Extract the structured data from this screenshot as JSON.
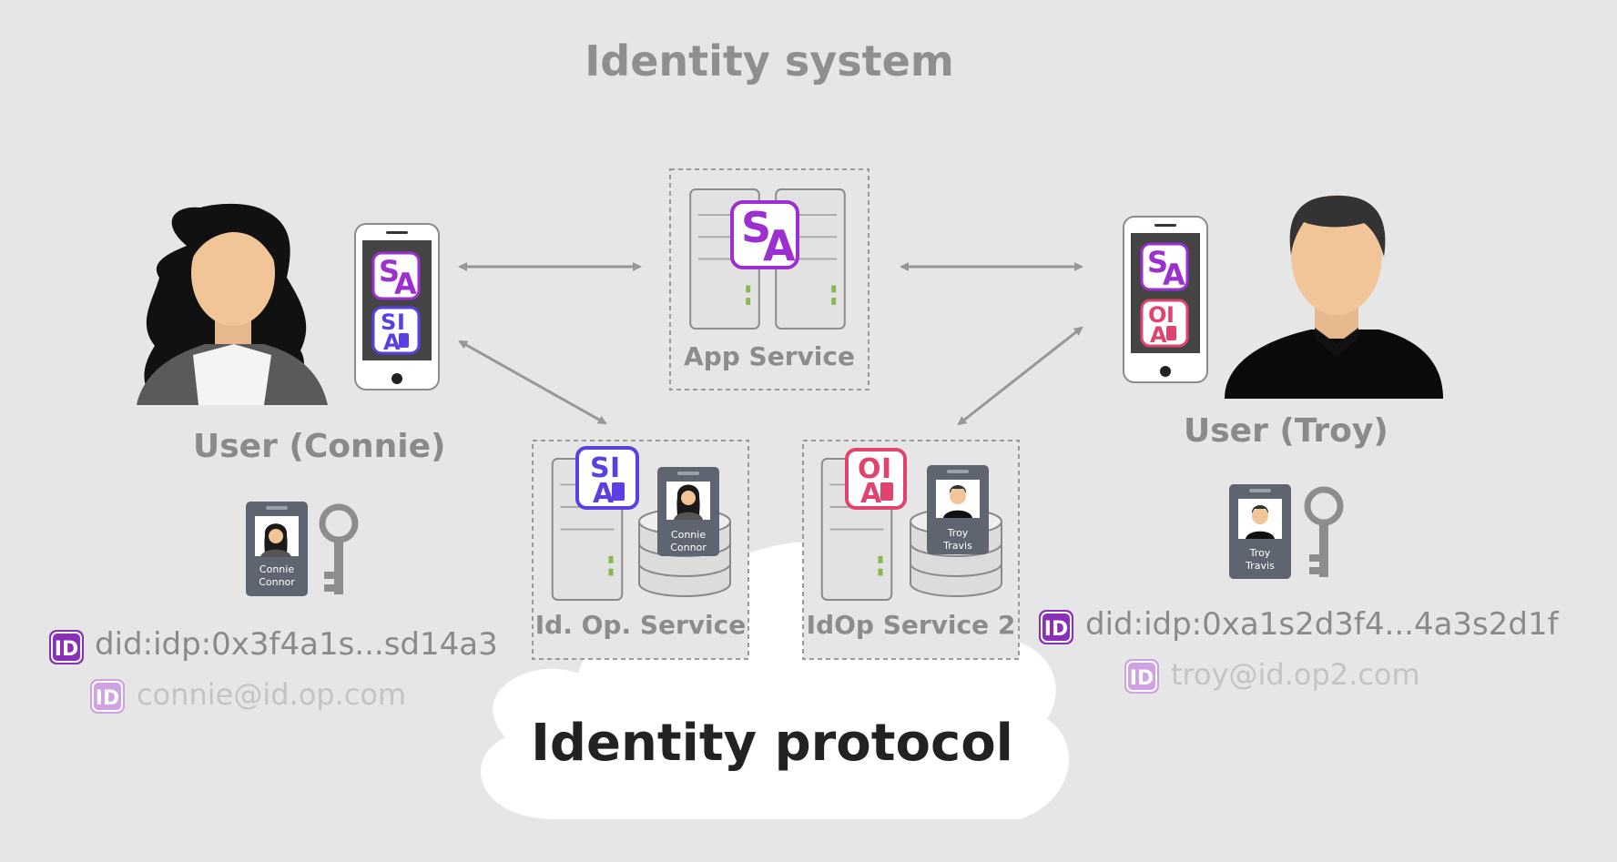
{
  "title": "Identity system",
  "colors": {
    "background": "#e6e6e6",
    "app_badge": "#9b2fd0",
    "idop_badge": "#5b3fe0",
    "idop2_badge": "#e0446e",
    "id_icon": "#8a2fb8",
    "id_icon_faded": "#cfa3e3"
  },
  "connie": {
    "label": "User (Connie)",
    "card_first": "Connie",
    "card_last": "Connor",
    "did": "did:idp:0x3f4a1s...sd14a3",
    "email": "connie@id.op.com"
  },
  "troy": {
    "label": "User (Troy)",
    "card_first": "Troy",
    "card_last": "Travis",
    "did": "did:idp:0xa1s2d3f4...4a3s2d1f",
    "email": "troy@id.op2.com"
  },
  "services": {
    "app": {
      "label": "App Service",
      "badge": [
        "S",
        "A"
      ]
    },
    "idop": {
      "label": "Id. Op. Service",
      "badge": [
        "S",
        "I",
        "A"
      ]
    },
    "idop2": {
      "label": "IdOp Service 2",
      "badge": [
        "O",
        "I",
        "A"
      ]
    }
  },
  "id_icon_text": "ID",
  "cloud": {
    "label": "Identity protocol"
  }
}
